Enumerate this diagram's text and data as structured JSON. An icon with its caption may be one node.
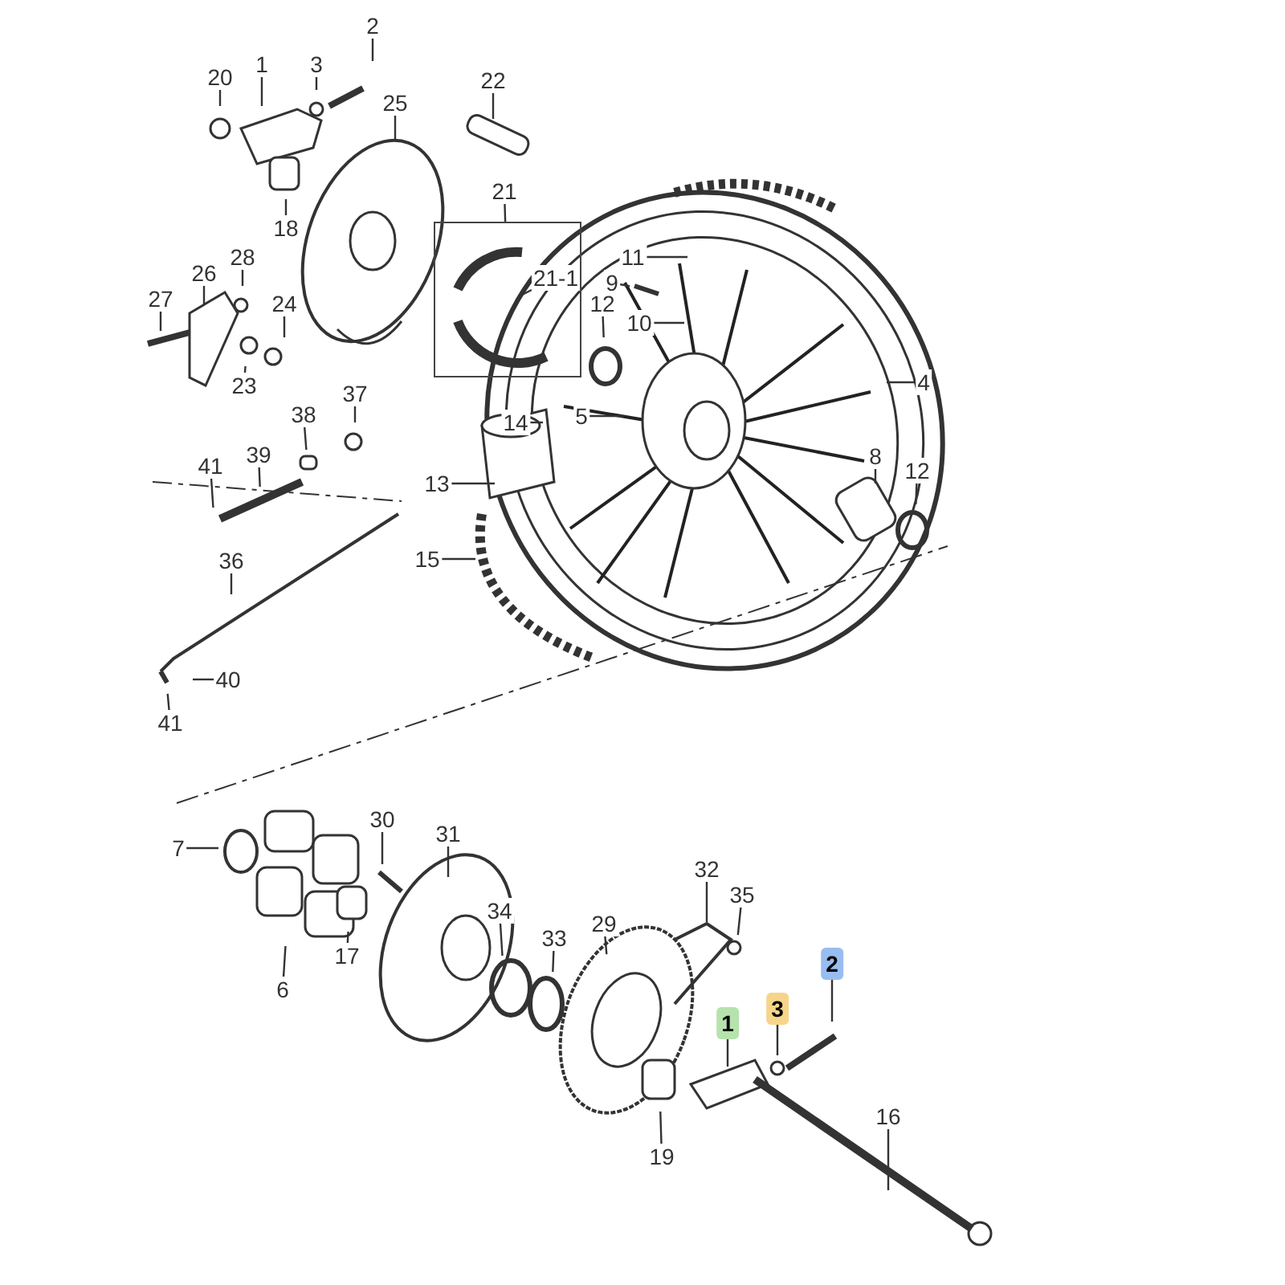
{
  "diagram": {
    "nodes": [
      {
        "text": [
          "20"
        ]
      },
      {
        "text": [
          "1"
        ]
      },
      {
        "text": [
          "3"
        ]
      },
      {
        "text": [
          "2"
        ]
      },
      {
        "text": [
          "25"
        ]
      },
      {
        "text": [
          "22"
        ]
      },
      {
        "text": [
          "18"
        ]
      },
      {
        "text": [
          "21"
        ]
      },
      {
        "text": [],
        "shape": "box"
      },
      {
        "text": [
          "21-1"
        ],
        "in": 8
      },
      {
        "text": [
          "26"
        ]
      },
      {
        "text": [
          "28"
        ]
      },
      {
        "text": [
          "27"
        ]
      },
      {
        "text": [
          "24"
        ]
      },
      {
        "text": [
          "23"
        ]
      },
      {
        "text": [
          "37"
        ]
      },
      {
        "text": [
          "38"
        ]
      },
      {
        "text": [
          "41"
        ]
      },
      {
        "text": [
          "39"
        ]
      },
      {
        "text": [
          "13"
        ]
      },
      {
        "text": [
          "14"
        ]
      },
      {
        "text": [
          "15"
        ]
      },
      {
        "text": [
          "11"
        ]
      },
      {
        "text": [
          "9"
        ]
      },
      {
        "text": [
          "12"
        ]
      },
      {
        "text": [
          "10"
        ]
      },
      {
        "text": [
          "5"
        ]
      },
      {
        "text": [
          "4"
        ]
      },
      {
        "text": [
          "8"
        ]
      },
      {
        "text": [
          "12"
        ]
      },
      {
        "text": [
          "36"
        ]
      },
      {
        "text": [
          "40"
        ]
      },
      {
        "text": [
          "41"
        ]
      },
      {
        "text": [
          "7"
        ]
      },
      {
        "text": [
          "6"
        ]
      },
      {
        "text": [
          "30"
        ]
      },
      {
        "text": [
          "31"
        ]
      },
      {
        "text": [
          "17"
        ]
      },
      {
        "text": [
          "34"
        ]
      },
      {
        "text": [
          "33"
        ]
      },
      {
        "text": [
          "29"
        ]
      },
      {
        "text": [
          "32"
        ]
      },
      {
        "text": [
          "35"
        ]
      },
      {
        "text": [
          "1"
        ]
      },
      {
        "text": [
          "3"
        ]
      },
      {
        "text": [
          "2"
        ]
      },
      {
        "text": [
          "19"
        ]
      },
      {
        "text": [
          "16"
        ]
      }
    ],
    "edges": [
      {
        "from": 0,
        "to": null,
        "arrow": "none"
      },
      {
        "from": 1,
        "to": null,
        "arrow": "none"
      },
      {
        "from": 2,
        "to": null,
        "arrow": "none"
      },
      {
        "from": 3,
        "to": null,
        "arrow": "none"
      },
      {
        "from": 4,
        "to": null,
        "arrow": "none"
      },
      {
        "from": 5,
        "to": null,
        "arrow": "none"
      },
      {
        "from": 6,
        "to": null,
        "arrow": "none"
      },
      {
        "from": 7,
        "to": 8,
        "arrow": "none"
      },
      {
        "from": 9,
        "to": null,
        "arrow": "none"
      },
      {
        "from": 10,
        "to": null,
        "arrow": "none"
      },
      {
        "from": 11,
        "to": null,
        "arrow": "none"
      },
      {
        "from": 12,
        "to": null,
        "arrow": "none"
      },
      {
        "from": 13,
        "to": null,
        "arrow": "none"
      },
      {
        "from": 14,
        "to": null,
        "arrow": "none"
      },
      {
        "from": 15,
        "to": null,
        "arrow": "none"
      },
      {
        "from": 16,
        "to": null,
        "arrow": "none"
      },
      {
        "from": 17,
        "to": null,
        "arrow": "none"
      },
      {
        "from": 18,
        "to": null,
        "arrow": "none"
      },
      {
        "from": 19,
        "to": null,
        "arrow": "none"
      },
      {
        "from": 20,
        "to": null,
        "arrow": "none"
      },
      {
        "from": 21,
        "to": null,
        "arrow": "none"
      },
      {
        "from": 22,
        "to": null,
        "arrow": "none"
      },
      {
        "from": 23,
        "to": null,
        "arrow": "none"
      },
      {
        "from": 24,
        "to": null,
        "arrow": "none"
      },
      {
        "from": 25,
        "to": null,
        "arrow": "none"
      },
      {
        "from": 26,
        "to": null,
        "arrow": "none"
      },
      {
        "from": 27,
        "to": null,
        "arrow": "none"
      },
      {
        "from": 28,
        "to": null,
        "arrow": "none"
      },
      {
        "from": 29,
        "to": null,
        "arrow": "none"
      },
      {
        "from": 30,
        "to": null,
        "arrow": "none"
      },
      {
        "from": 31,
        "to": null,
        "arrow": "none"
      },
      {
        "from": 32,
        "to": null,
        "arrow": "none"
      },
      {
        "from": 33,
        "to": null,
        "arrow": "none"
      },
      {
        "from": 34,
        "to": null,
        "arrow": "none"
      },
      {
        "from": 35,
        "to": null,
        "arrow": "none"
      },
      {
        "from": 36,
        "to": null,
        "arrow": "none"
      },
      {
        "from": 37,
        "to": null,
        "arrow": "none"
      },
      {
        "from": 38,
        "to": null,
        "arrow": "none"
      },
      {
        "from": 39,
        "to": null,
        "arrow": "none"
      },
      {
        "from": 40,
        "to": null,
        "arrow": "none"
      },
      {
        "from": 41,
        "to": null,
        "arrow": "none"
      },
      {
        "from": 42,
        "to": null,
        "arrow": "none"
      },
      {
        "from": 43,
        "to": null,
        "arrow": "none"
      },
      {
        "from": 44,
        "to": null,
        "arrow": "none"
      },
      {
        "from": 45,
        "to": null,
        "arrow": "none"
      },
      {
        "from": 46,
        "to": null,
        "arrow": "none"
      },
      {
        "from": 47,
        "to": null,
        "arrow": "none"
      }
    ]
  }
}
